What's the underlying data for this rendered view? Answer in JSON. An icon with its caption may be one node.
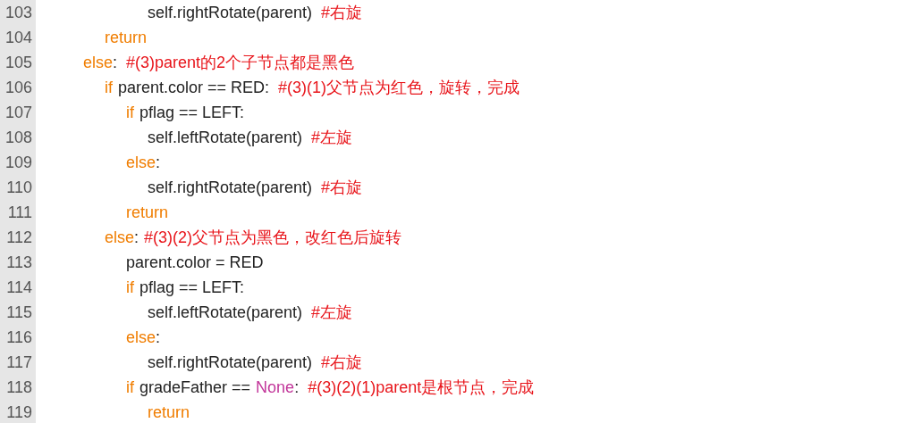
{
  "diagram": {
    "labels": [
      "103",
      "self.rightRotate(parent)",
      "#右旋",
      "104",
      "return",
      "105",
      "else",
      ":",
      "#(3)parent的2个子节点都是黑色",
      "106",
      "if",
      "parent.color == RED:",
      "#(3)(1)父节点为红色，旋转，完成",
      "107",
      "if",
      "pflag == LEFT:",
      "108",
      "self.leftRotate(parent)",
      "#左旋",
      "109",
      "else",
      ":",
      "110",
      "self.rightRotate(parent)",
      "#右旋",
      "111",
      "return",
      "112",
      "else",
      ":",
      "#(3)(2)父节点为黑色，改红色后旋转",
      "113",
      "parent.color = RED",
      "114",
      "if",
      "pflag == LEFT:",
      "115",
      "self.leftRotate(parent)",
      "#左旋",
      "116",
      "else",
      ":",
      "117",
      "self.rightRotate(parent)",
      "#右旋",
      "118",
      "if",
      "gradeFather ==",
      "None",
      ":",
      "#(3)(2)(1)parent是根节点，完成",
      "119",
      "return"
    ]
  }
}
